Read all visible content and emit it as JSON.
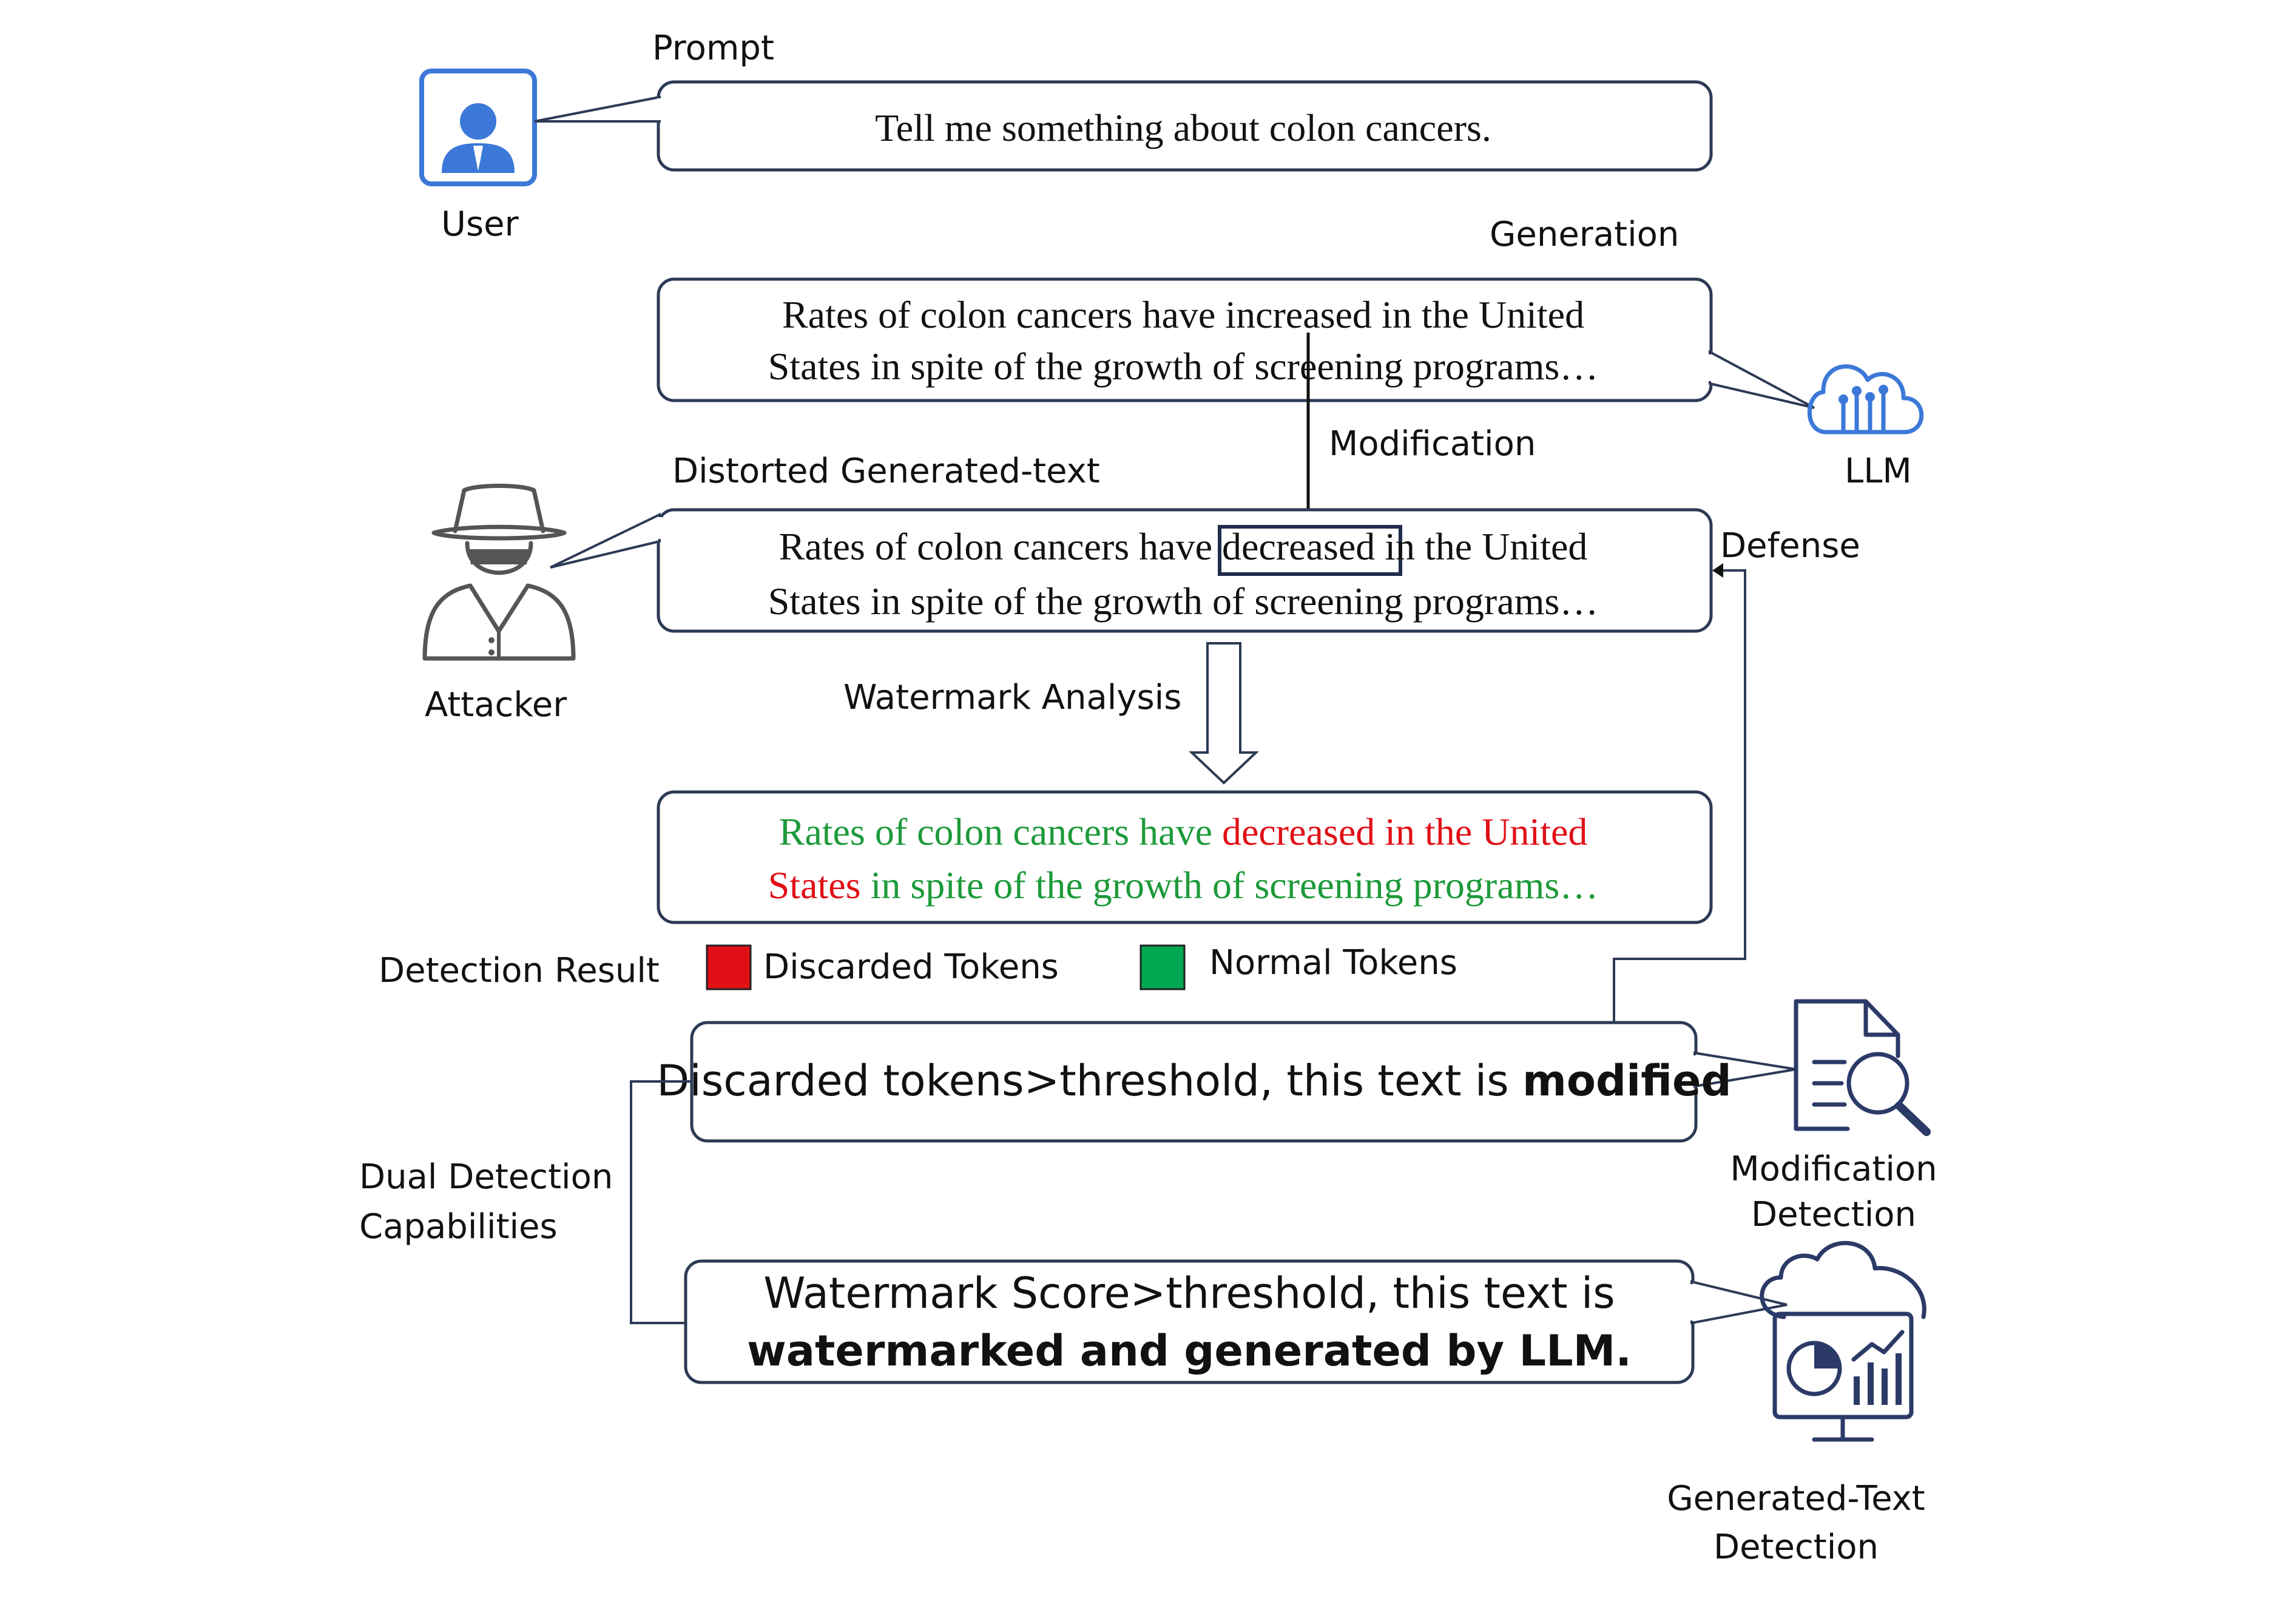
{
  "labels": {
    "prompt": "Prompt",
    "user": "User",
    "generation": "Generation",
    "llm": "LLM",
    "modification": "Modification",
    "distorted": "Distorted Generated-text",
    "defense": "Defense",
    "attacker": "Attacker",
    "watermark_analysis": "Watermark Analysis",
    "detection_result": "Detection Result",
    "dual_line1": "Dual Detection",
    "dual_line2": "Capabilities",
    "modification_detection_line1": "Modification",
    "modification_detection_line2": "Detection",
    "generated_text_detection_line1": "Generated-Text",
    "generated_text_detection_line2": "Detection"
  },
  "boxes": {
    "prompt_text": "Tell me something about colon cancers.",
    "generated_line1": "Rates of colon cancers have increased in the United",
    "generated_line2": "States in spite of the growth of screening programs…",
    "distorted_line1_pre": "Rates of colon cancers have ",
    "distorted_line1_word": "decreased",
    "distorted_line1_post": " in the United",
    "distorted_line2": "States in spite of the growth of screening programs…",
    "analysis_line1_green": "Rates of colon cancers have ",
    "analysis_line1_red": "decreased in the United",
    "analysis_line2_red": "States",
    "analysis_line2_green": " in spite of the growth of screening programs…",
    "modified_pre": "Discarded tokens>threshold, this text is ",
    "modified_bold": "modified",
    "watermark_line1": "Watermark Score>threshold, this text is",
    "watermark_line2": "watermarked and generated by LLM."
  },
  "legend": {
    "discarded": "Discarded Tokens",
    "normal": "Normal Tokens",
    "discarded_color": "#e10f16",
    "normal_color": "#00a650"
  },
  "icons": {
    "user": "user-icon",
    "llm": "cloud-circuit-icon",
    "attacker": "spy-icon",
    "modification_detection": "document-magnifier-icon",
    "generated_text_detection": "cloud-monitor-chart-icon"
  },
  "colors": {
    "green_text": "#1d9a3a",
    "red_text": "#e10f16",
    "user_icon_blue": "#3b78d8"
  }
}
